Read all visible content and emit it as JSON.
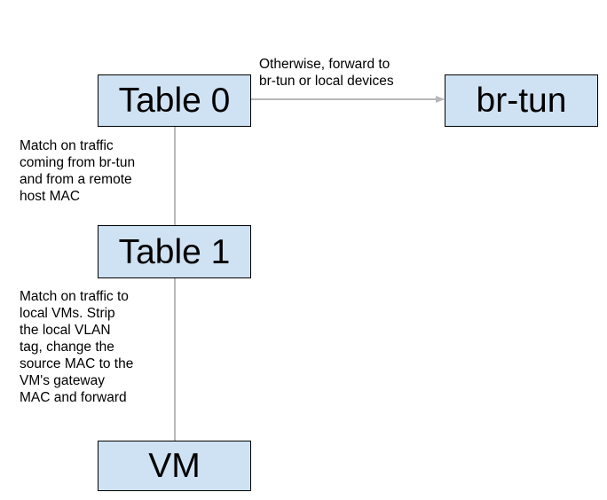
{
  "nodes": {
    "table0": "Table 0",
    "table1": "Table 1",
    "brtun": "br-tun",
    "vm": "VM"
  },
  "edges": {
    "table0_to_brtun": "Otherwise, forward to\nbr-tun or local devices",
    "table0_to_table1": "Match on traffic\ncoming from br-tun\nand from a remote\nhost MAC",
    "table1_to_vm": "Match on traffic to\nlocal VMs. Strip\nthe local VLAN\ntag, change the\nsource MAC to the\nVM's gateway\nMAC and forward"
  },
  "colors": {
    "node_fill": "#cfe2f3",
    "node_border": "#000000",
    "connector": "#b7b7b7"
  }
}
